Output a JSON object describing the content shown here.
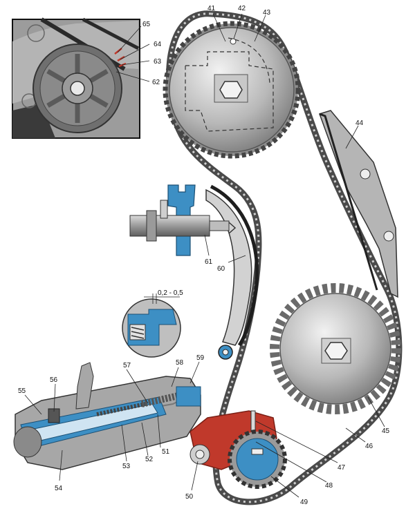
{
  "callouts": {
    "c41": "41",
    "c42": "42",
    "c43": "43",
    "c44": "44",
    "c45": "45",
    "c46": "46",
    "c47": "47",
    "c48": "48",
    "c49": "49",
    "c50": "50",
    "c51": "51",
    "c52": "52",
    "c53": "53",
    "c54": "54",
    "c55": "55",
    "c56": "56",
    "c57": "57",
    "c58": "58",
    "c59": "59",
    "c60": "60",
    "c61": "61",
    "c62": "62",
    "c63": "63",
    "c64": "64",
    "c65": "65"
  },
  "dimension": {
    "gap": "0,2 - 0,5"
  },
  "colors": {
    "metal": "#a9a9a9",
    "metal_dark": "#6e6e6e",
    "metal_light": "#d9d9d9",
    "chain": "#4a4a4a",
    "blue": "#3d8fc4",
    "red": "#c0392b"
  }
}
